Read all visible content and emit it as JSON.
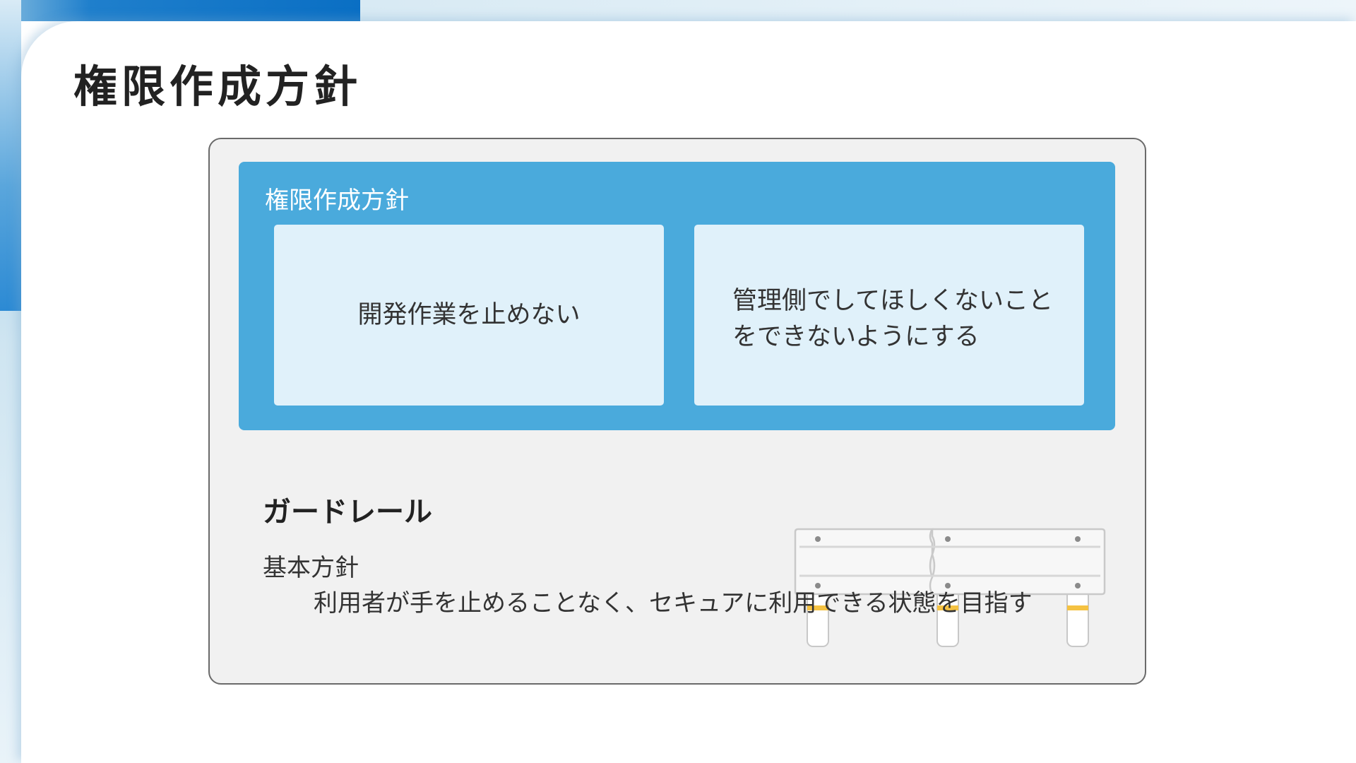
{
  "slide": {
    "title": "権限作成方針"
  },
  "policy_panel": {
    "label": "権限作成方針",
    "cards": [
      {
        "text": "開発作業を止めない"
      },
      {
        "line1": "管理側でしてほしくないこと",
        "line2": "をできないようにする"
      }
    ]
  },
  "guardrail": {
    "heading": "ガードレール",
    "basic_label": "基本方針",
    "basic_text": "利用者が手を止めることなく、セキュアに利用できる状態を目指す",
    "image_icon": "guardrail-illustration"
  },
  "colors": {
    "accent_blue": "#4aaadc",
    "card_fill": "#e0f1fa",
    "box_fill": "#f1f1f1",
    "rail_post_band": "#f5c242"
  }
}
